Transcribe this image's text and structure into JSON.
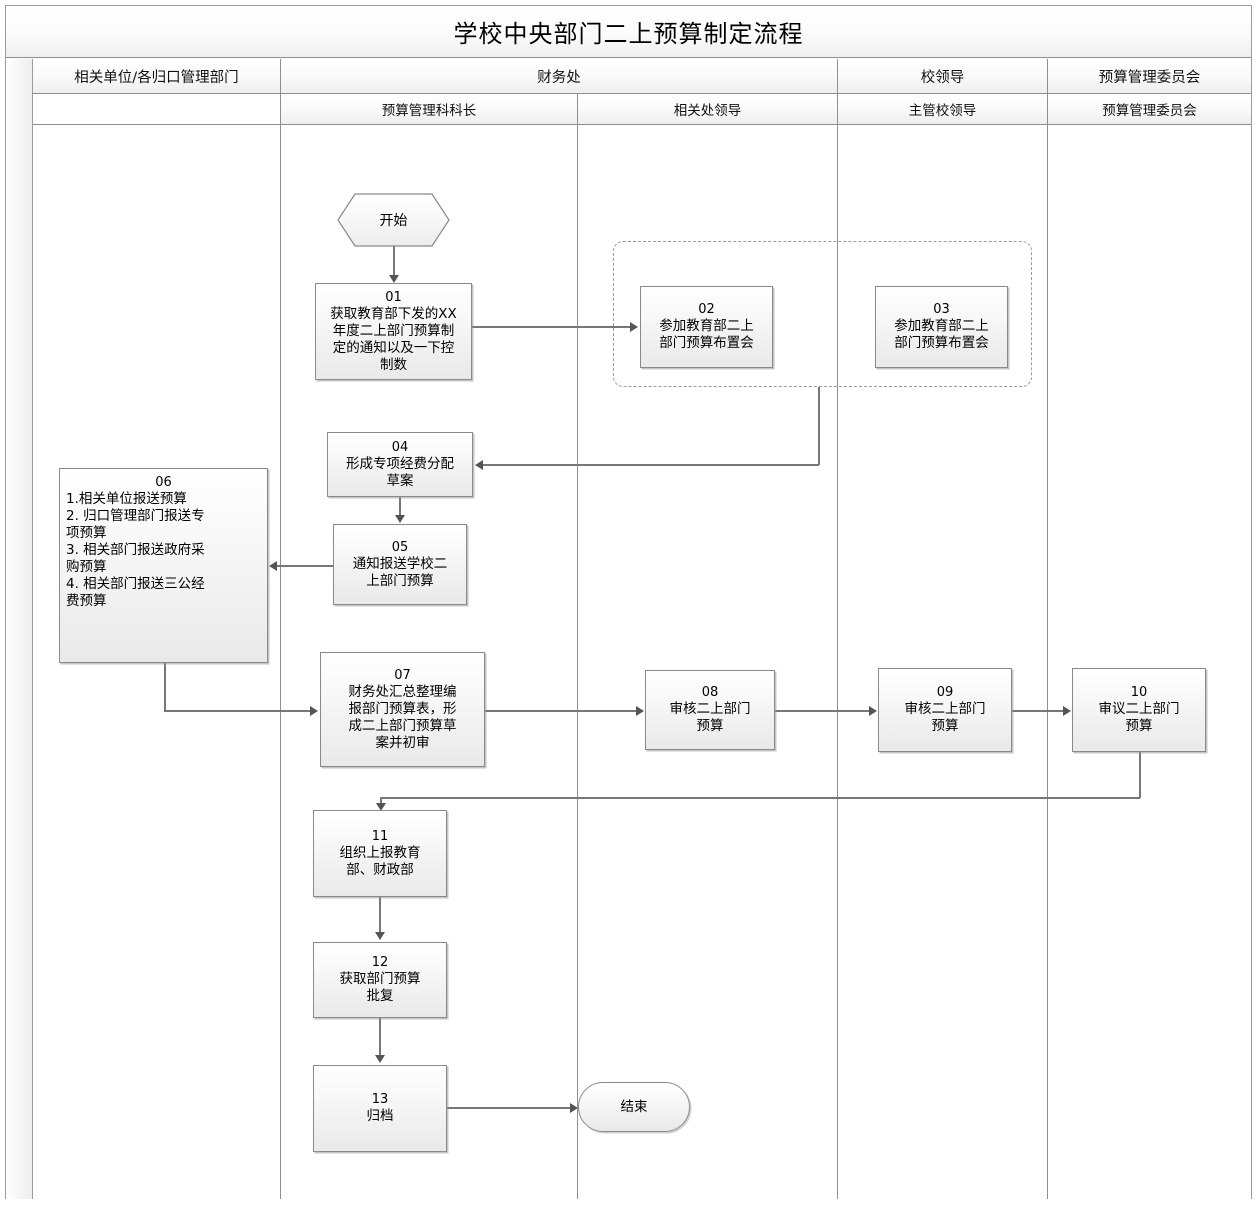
{
  "title": "学校中央部门二上预算制定流程",
  "lanes": {
    "row1": [
      {
        "key": "unit",
        "label": "相关单位/各归口管理部门"
      },
      {
        "key": "finance",
        "label": "财务处"
      },
      {
        "key": "leader",
        "label": "校领导"
      },
      {
        "key": "committee",
        "label": "预算管理委员会"
      }
    ],
    "row2": [
      {
        "key": "unit",
        "label": ""
      },
      {
        "key": "budget_chief",
        "label": "预算管理科科长"
      },
      {
        "key": "dept_leader",
        "label": "相关处领导"
      },
      {
        "key": "school_leader",
        "label": "主管校领导"
      },
      {
        "key": "committee",
        "label": "预算管理委员会"
      }
    ]
  },
  "nodes": {
    "start": {
      "label": "开始"
    },
    "n01": {
      "num": "01",
      "text": "获取教育部下发的XX\n年度二上部门预算制\n定的通知以及一下控\n制数"
    },
    "n02": {
      "num": "02",
      "text": "参加教育部二上\n部门预算布置会"
    },
    "n03": {
      "num": "03",
      "text": "参加教育部二上\n部门预算布置会"
    },
    "n04": {
      "num": "04",
      "text": "形成专项经费分配\n草案"
    },
    "n05": {
      "num": "05",
      "text": "通知报送学校二\n上部门预算"
    },
    "n06": {
      "num": "06",
      "text": "1.相关单位报送预算\n2. 归口管理部门报送专\n项预算\n3. 相关部门报送政府采\n购预算\n4. 相关部门报送三公经\n费预算"
    },
    "n07": {
      "num": "07",
      "text": "财务处汇总整理编\n报部门预算表，形\n成二上部门预算草\n案并初审"
    },
    "n08": {
      "num": "08",
      "text": "审核二上部门\n预算"
    },
    "n09": {
      "num": "09",
      "text": "审核二上部门\n预算"
    },
    "n10": {
      "num": "10",
      "text": "审议二上部门\n预算"
    },
    "n11": {
      "num": "11",
      "text": "组织上报教育\n部、财政部"
    },
    "n12": {
      "num": "12",
      "text": "获取部门预算\n批复"
    },
    "n13": {
      "num": "13",
      "text": "归档"
    },
    "end": {
      "label": "结束"
    }
  },
  "colors": {
    "node_border": "#8a8a8a",
    "connector": "#777777",
    "lane_border": "#8f8f8f",
    "canvas": "#ffffff"
  }
}
